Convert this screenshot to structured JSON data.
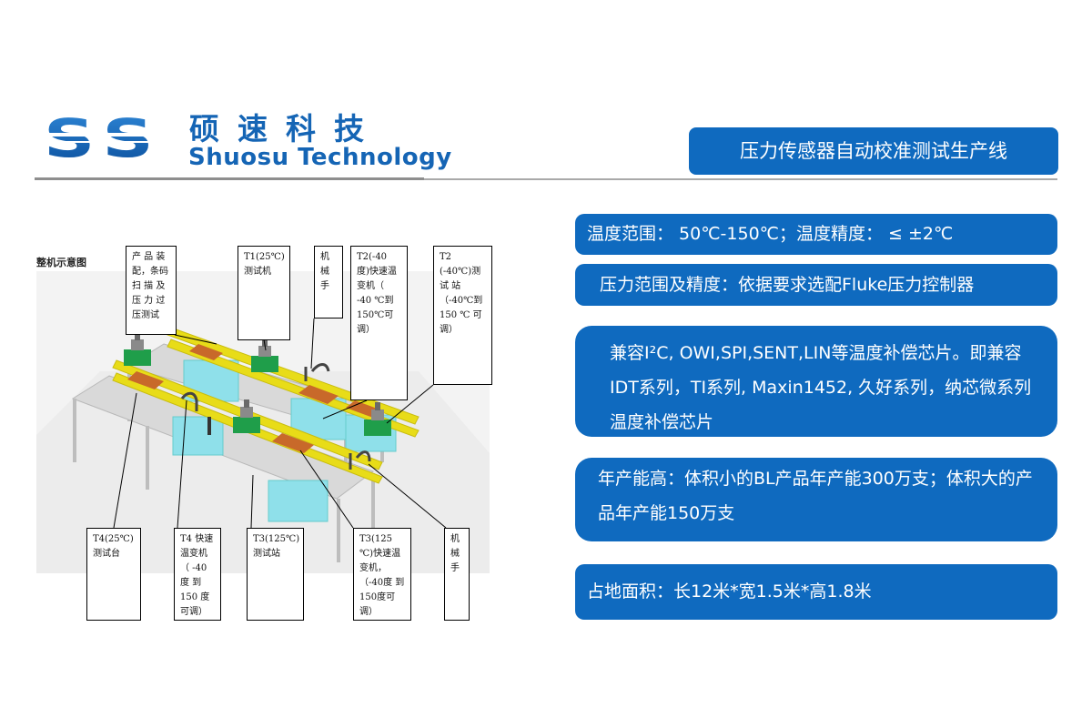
{
  "logo": {
    "cn": "硕速科技",
    "en": "Shuosu Technology",
    "brand_color": "#1565b5"
  },
  "title": "压力传感器自动校准测试生产线",
  "specs": {
    "temperature": "温度范围： 50℃-150℃；温度精度： ≤ ±2℃",
    "pressure": "压力范围及精度：依据要求选配Fluke压力控制器",
    "chips": "兼容I²C, OWI,SPI,SENT,LIN等温度补偿芯片。即兼容IDT系列，TI系列, Maxin1452, 久好系列，纳芯微系列温度补偿芯片",
    "capacity": "年产能高：体积小的BL产品年产能300万支；体积大的产品年产能150万支",
    "footprint": "占地面积：长12米*宽1.5米*高1.8米"
  },
  "diagram": {
    "title": "整机示意图",
    "callouts": {
      "product_load": "产 品 装配，条码扫 描 及压 力 过压测试",
      "t1": "T1(25℃)测试机",
      "robot_top": "机械手",
      "t2_fast": "T2(-40 度)快速温变机（ -40 ℃到 150℃可调）",
      "t2_station": "T2 (-40℃)测 试 站（-40℃到150 ℃ 可调）",
      "t4_table": "T4(25℃)测试台",
      "t4_fast": "T4 快速温变机（ -40度 到150 度可调）",
      "t3_station": "T3(125℃)测试站",
      "t3_fast": "T3(125 ℃)快速温变机，（-40度 到 150度可调）",
      "robot_bottom": "机械手"
    }
  },
  "colors": {
    "accent_blue": "#0f6abf",
    "rail_yellow": "#e8dc18",
    "plate_orange": "#c8692a",
    "module_green": "#1f9e4a",
    "panel_cyan": "#8fe0ea"
  }
}
